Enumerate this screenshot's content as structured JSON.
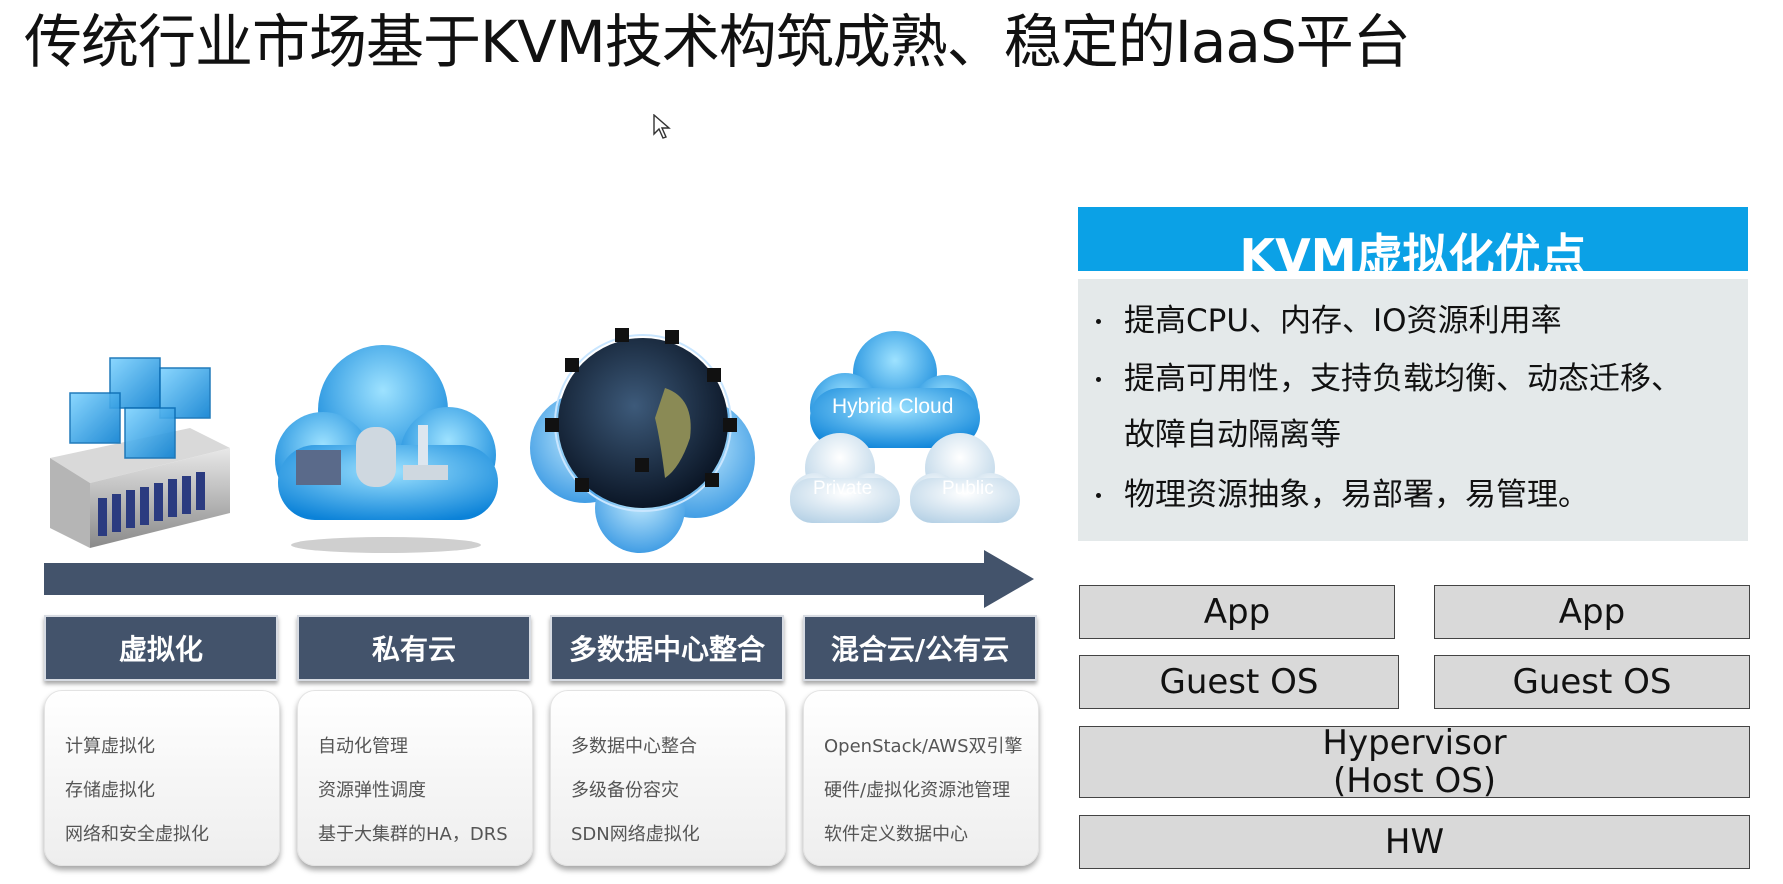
{
  "title": "传统行业市场基于KVM技术构筑成熟、稳定的IaaS平台",
  "stages": [
    {
      "head": "虚拟化",
      "items": [
        "计算虚拟化",
        "存储虚拟化",
        "网络和安全虚拟化"
      ]
    },
    {
      "head": "私有云",
      "items": [
        "自动化管理",
        "资源弹性调度",
        "基于大集群的HA，DRS"
      ]
    },
    {
      "head": "多数据中心整合",
      "items": [
        "多数据中心整合",
        "多级备份容灾",
        "SDN网络虚拟化"
      ]
    },
    {
      "head": "混合云/公有云",
      "items": [
        "OpenStack/AWS双引擎",
        "硬件/虚拟化资源池管理",
        "软件定义数据中心"
      ]
    }
  ],
  "clouds": {
    "hybrid": "Hybrid Cloud",
    "private": "Private",
    "public": "Public"
  },
  "advantages": {
    "header": "KVM虚拟化优点",
    "lines": [
      "提高CPU、内存、IO资源利用率",
      "提高可用性，支持负载均衡、动态迁移、",
      "故障自动隔离等",
      "物理资源抽象，易部署，易管理。"
    ]
  },
  "stack": {
    "app_left": "App",
    "app_right": "App",
    "guest_left": "Guest OS",
    "guest_right": "Guest OS",
    "hypervisor_line1": "Hypervisor",
    "hypervisor_line2": "(Host OS)",
    "hw": "HW"
  },
  "colors": {
    "header_blue": "#0ba1e6",
    "stage_navy": "#43536b",
    "panel_gray": "#e4e9ea",
    "box_gray": "#d9d9d9"
  }
}
